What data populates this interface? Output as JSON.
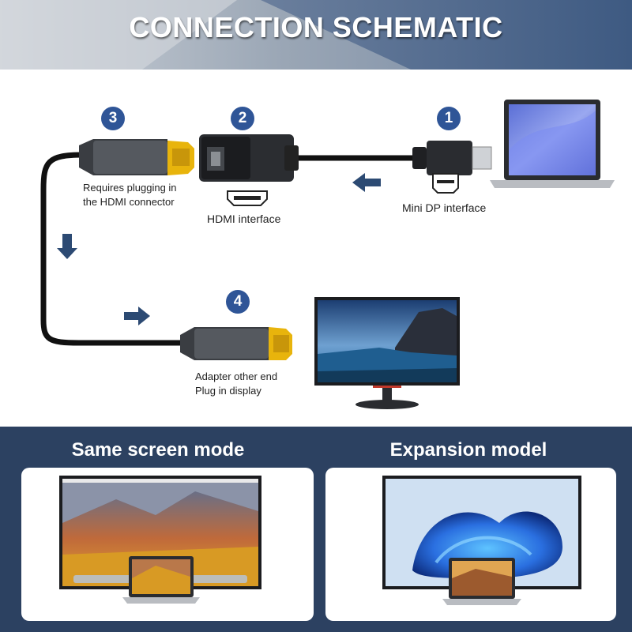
{
  "header": {
    "title": "CONNECTION SCHEMATIC"
  },
  "steps": [
    {
      "number": "1",
      "caption": "Mini DP interface"
    },
    {
      "number": "2",
      "caption": "HDMI interface"
    },
    {
      "number": "3",
      "caption_line1": "Requires plugging in",
      "caption_line2": "the HDMI connector"
    },
    {
      "number": "4",
      "caption_line1": "Adapter other end",
      "caption_line2": "Plug in display"
    }
  ],
  "modes": [
    {
      "title": "Same screen mode"
    },
    {
      "title": "Expansion model"
    }
  ],
  "colors": {
    "badge": "#2f5597",
    "banner": "#3d5a80",
    "bottom_panel": "#2c4161",
    "arrow": "#2c4a73",
    "hdmi_gold": "#e8b40c"
  },
  "icons": [
    "arrow-left-icon",
    "arrow-down-icon",
    "arrow-right-icon",
    "laptop-icon",
    "monitor-icon",
    "hdmi-port-icon",
    "minidp-port-icon"
  ]
}
